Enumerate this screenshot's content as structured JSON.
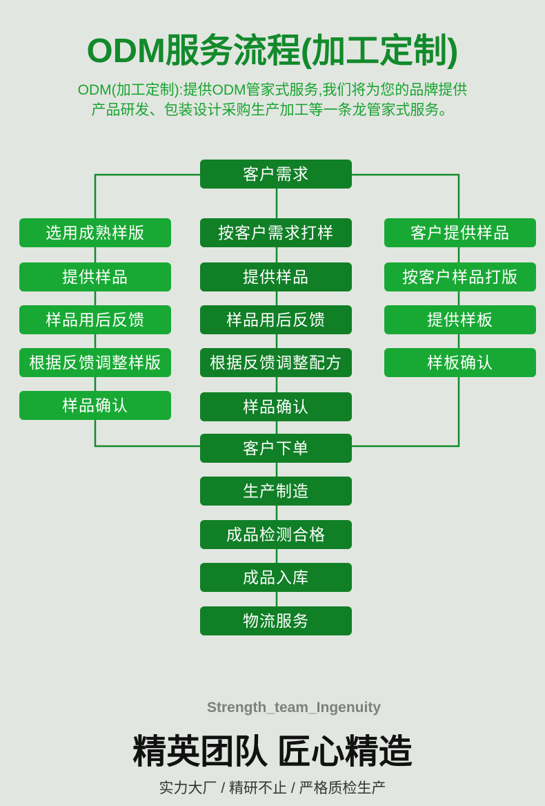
{
  "header": {
    "title": "ODM服务流程(加工定制)",
    "subtitle_line1": "ODM(加工定制):提供ODM管家式服务,我们将为您的品牌提供",
    "subtitle_line2": "产品研发、包装设计采购生产加工等一条龙管家式服务。"
  },
  "colors": {
    "title_green": "#128a2b",
    "box_light": "#18a934",
    "box_dark": "#107f26",
    "background": "#e2e6e1"
  },
  "flow": {
    "top": "客户需求",
    "left": [
      "选用成熟样版",
      "提供样品",
      "样品用后反馈",
      "根据反馈调整样版",
      "样品确认"
    ],
    "middle": [
      "按客户需求打样",
      "提供样品",
      "样品用后反馈",
      "根据反馈调整配方",
      "样品确认"
    ],
    "right": [
      "客户提供样品",
      "按客户样品打版",
      "提供样板",
      "样板确认"
    ],
    "bottom": [
      "客户下单",
      "生产制造",
      "成品检测合格",
      "成品入库",
      "物流服务"
    ]
  },
  "footer": {
    "en_tag": "Strength_team_Ingenuity",
    "slogan": "精英团队 匠心精造",
    "tagline": "实力大厂 / 精研不止 / 严格质检生产"
  }
}
